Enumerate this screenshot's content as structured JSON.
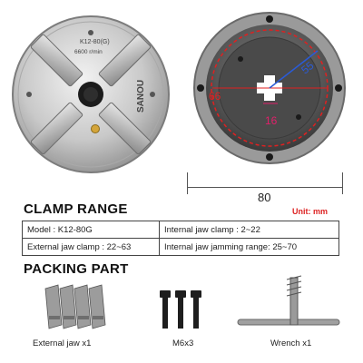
{
  "front_chuck": {
    "model_text": "K12-80(G)",
    "speed_text": "6600 r/min",
    "brand": "SANOU"
  },
  "back_chuck": {
    "dim_66": "66",
    "dim_55": "55",
    "dim_16": "16"
  },
  "overall_dimension": "80",
  "clamp_range": {
    "title": "CLAMP RANGE",
    "unit": "Unit: mm",
    "rows": [
      [
        "Model : K12-80G",
        "Internal jaw clamp : 2~22"
      ],
      [
        "External jaw clamp : 22~63",
        "Internal jaw jamming range: 25~70"
      ]
    ]
  },
  "packing": {
    "title": "PACKING PART",
    "items": [
      "External jaw x1",
      "M6x3",
      "Wrench x1"
    ]
  },
  "colors": {
    "dimension_red": "#e02020",
    "dimension_blue": "#2a5bd7",
    "unit_red": "#dd2222"
  }
}
